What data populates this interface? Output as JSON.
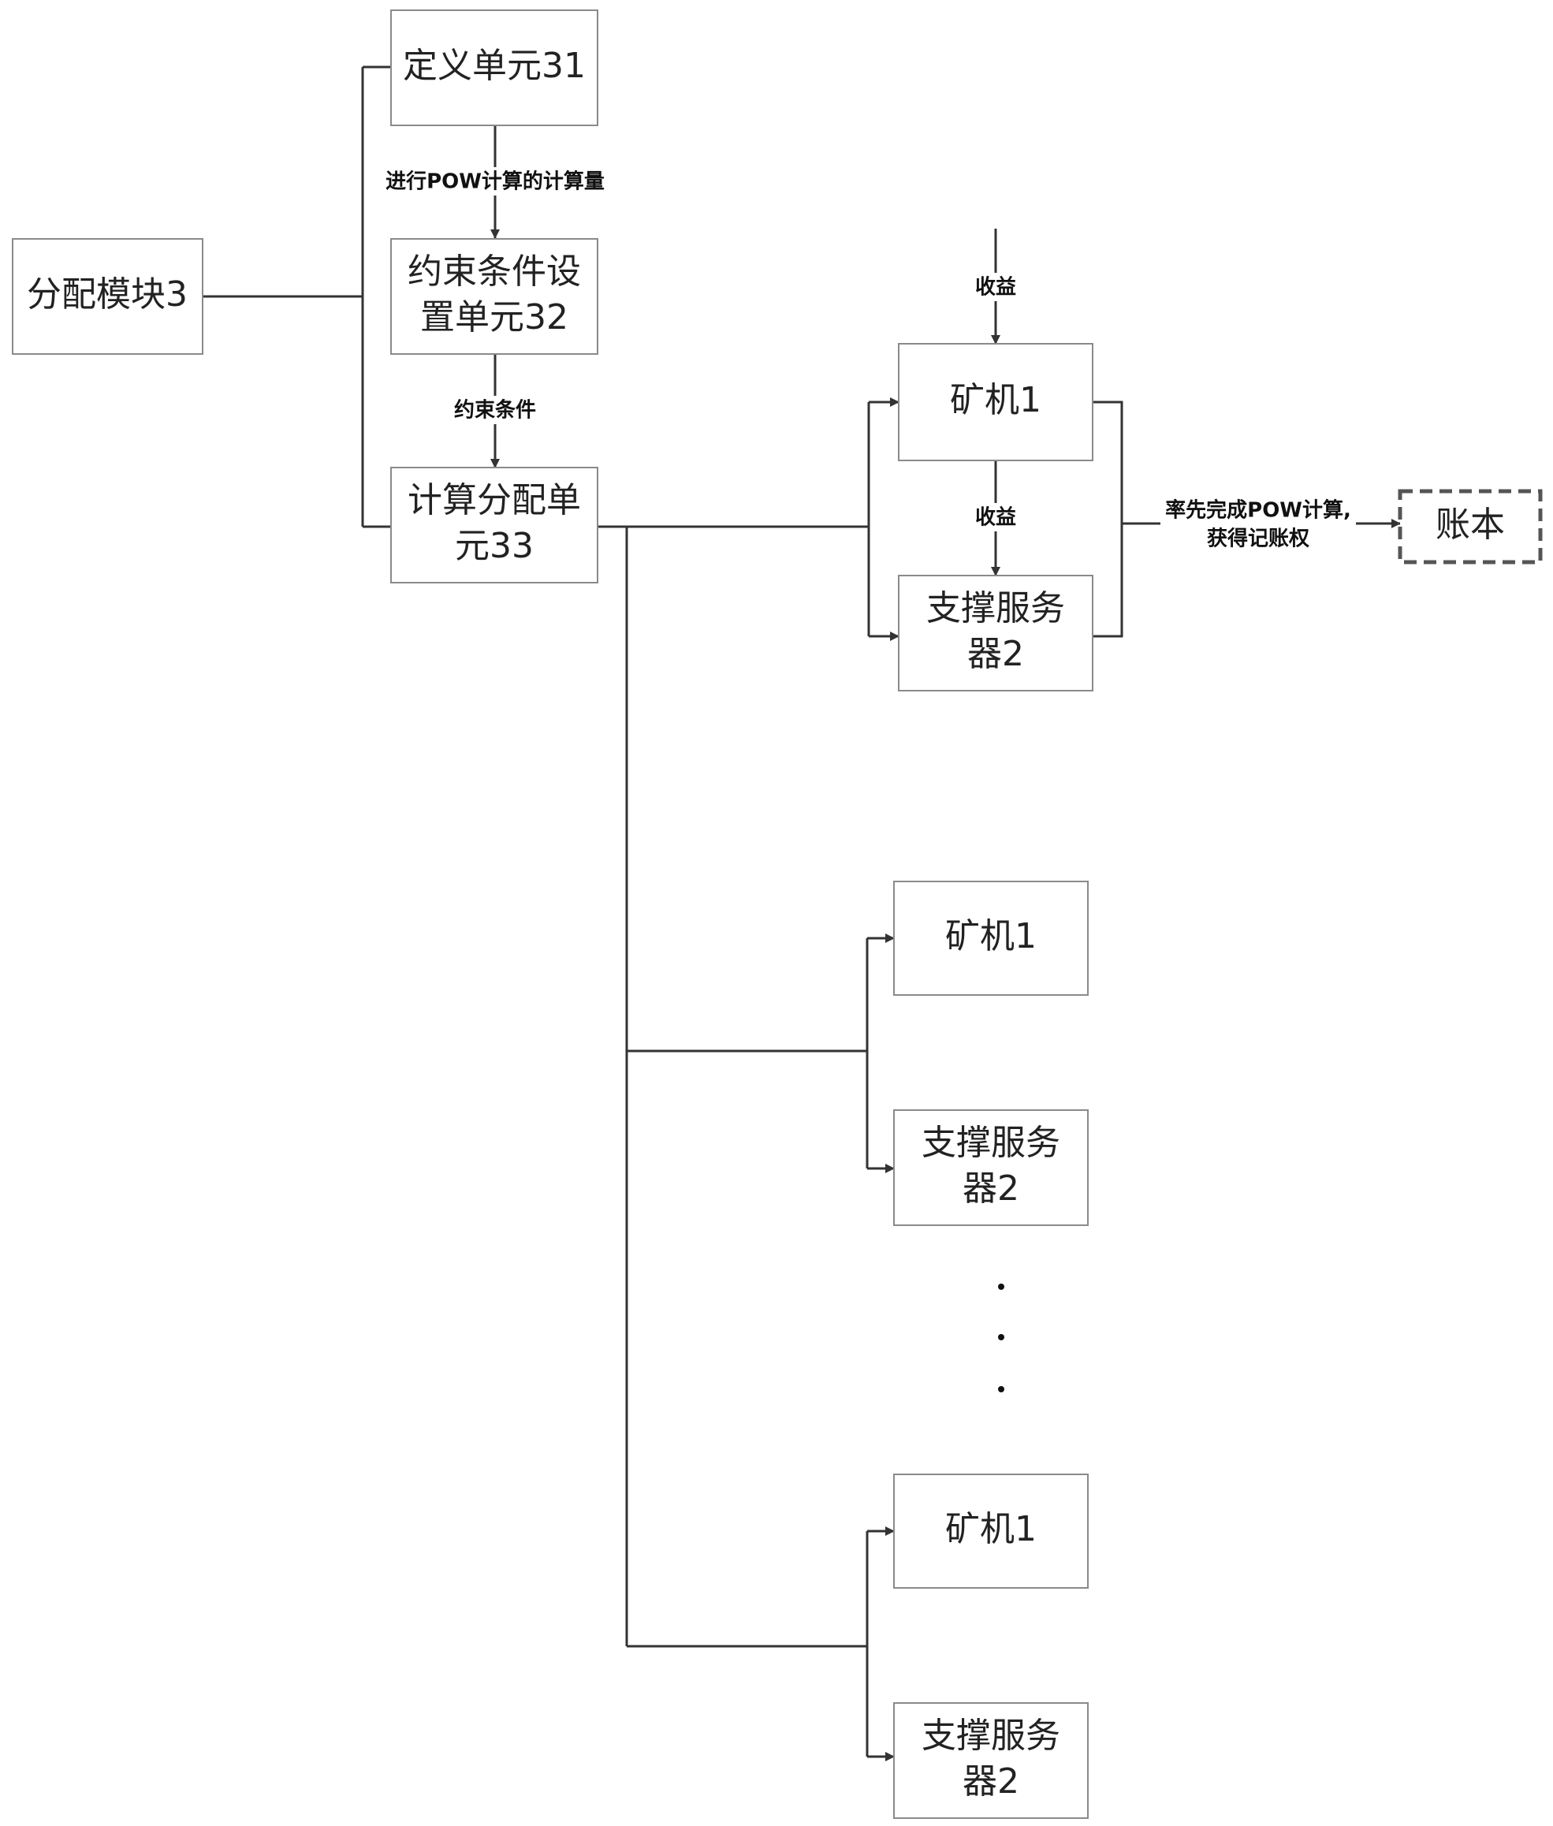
{
  "nodes": {
    "allocation_module": "分配模块3",
    "define_unit": "定义单元31",
    "constraint_unit": [
      "约束条件设",
      "置单元32"
    ],
    "compute_alloc_unit": [
      "计算分配单",
      "元33"
    ],
    "miner": "矿机1",
    "support_server": [
      "支撑服务",
      "器2"
    ],
    "ledger": "账本"
  },
  "edge_labels": {
    "pow_amount": "进行POW计算的计算量",
    "constraint": "约束条件",
    "revenue": "收益",
    "first_pow": [
      "率先完成POW计算,",
      "获得记账权"
    ]
  },
  "ellipsis": "• • •"
}
